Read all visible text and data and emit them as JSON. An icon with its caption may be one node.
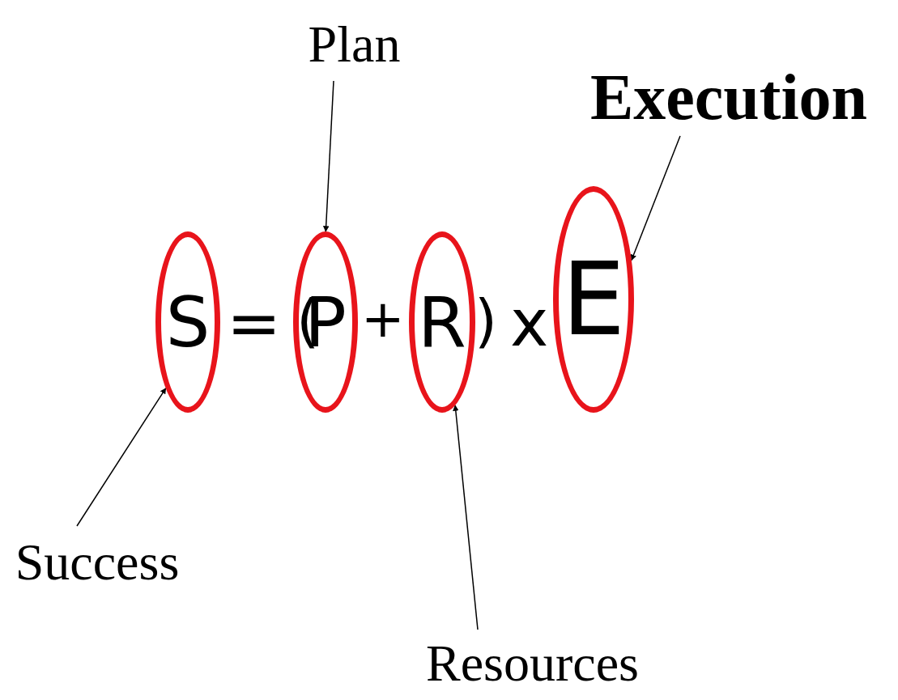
{
  "diagram": {
    "nodes": [
      {
        "text": [
          "Plan"
        ]
      },
      {
        "text": [
          "Execution"
        ]
      },
      {
        "text": [
          "S"
        ]
      },
      {
        "text": [
          "P"
        ]
      },
      {
        "text": [
          "R"
        ]
      },
      {
        "text": [
          "E"
        ]
      },
      {
        "text": [
          "Success"
        ]
      },
      {
        "text": [
          "Resources"
        ]
      }
    ],
    "edges": [
      {
        "from": 0,
        "to": 3,
        "arrow": "to"
      },
      {
        "from": 1,
        "to": 5,
        "arrow": "to"
      },
      {
        "from": 6,
        "to": 2,
        "arrow": "to"
      },
      {
        "from": 7,
        "to": 4,
        "arrow": "to"
      }
    ],
    "labels": [
      "=",
      "(",
      "+",
      ")",
      "x"
    ]
  }
}
